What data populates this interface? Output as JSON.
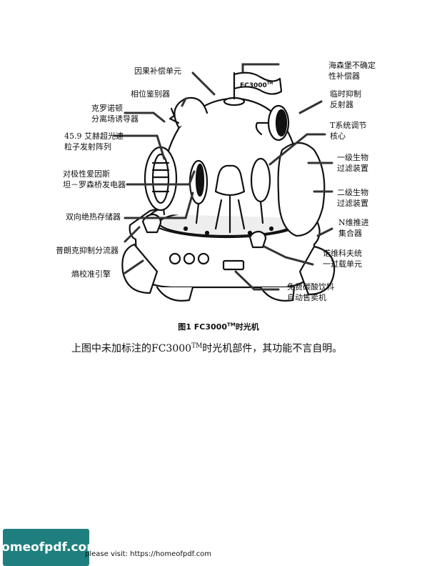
{
  "figure": {
    "labels": {
      "causal": "因果补偿单元",
      "phase": "相位鉴别器",
      "kronecker": "克罗诺顿\n分离场诱导器",
      "tachyon": "45.9 艾赫超光速\n粒子发射阵列",
      "einstein": "对极性爱因斯\n坦－罗森桥发电器",
      "adiabatic": "双向绝热存储器",
      "planck": "普朗克抑制分流器",
      "entropy": "熵校准引擎",
      "heisenberg": "海森堡不确定\n性补偿器",
      "reflector": "临时抑制\n反射器",
      "tcore": "T系统调节\n核心",
      "bio1": "一级生物\n过滤装置",
      "bio2": "二级生物\n过滤装置",
      "ndrive": "N维推进\n集合器",
      "novikov": "诺维科夫统\n一过载单元",
      "vending": "免费碳酸饮料\n自动售卖机"
    },
    "flag_text": "FC3000",
    "flag_tm": "TM"
  },
  "caption": {
    "prefix": "图1 FC3000",
    "tm": "TM",
    "suffix": "时光机"
  },
  "body": {
    "prefix": "上图中未加标注的FC3000",
    "tm": "TM",
    "suffix": "时光机部件，其功能不言自明。"
  },
  "logo": "homeofpdf.com",
  "footer": "please visit: https://homeofpdf.com"
}
